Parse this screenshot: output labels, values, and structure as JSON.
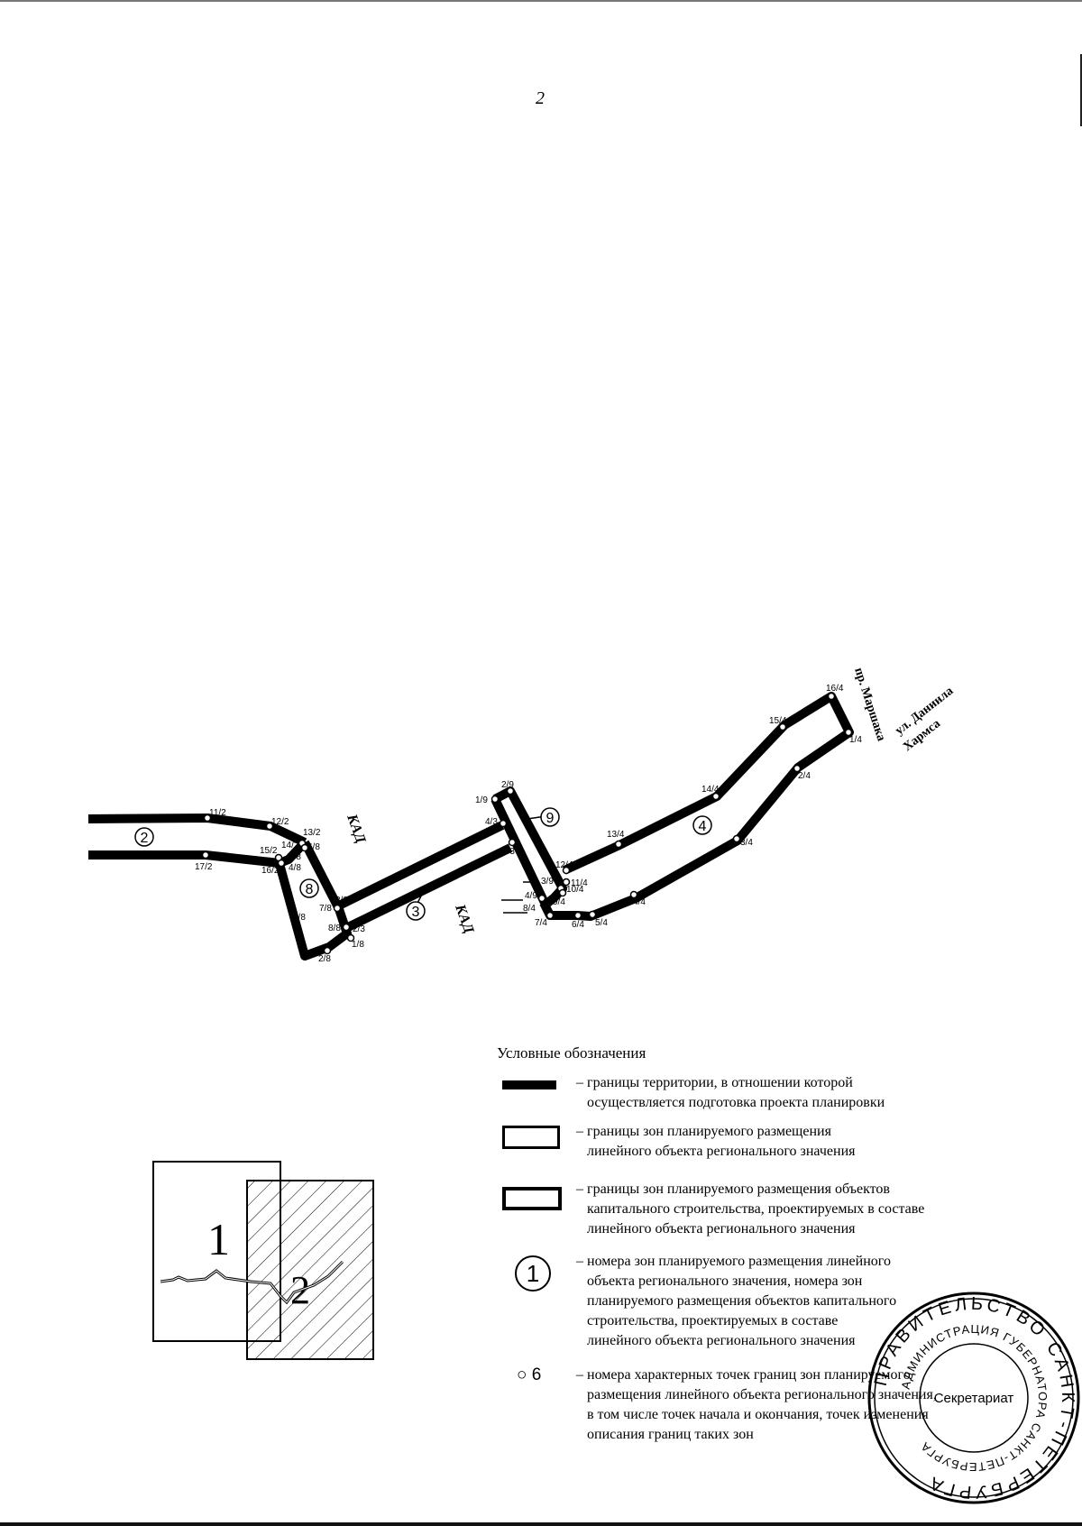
{
  "page": {
    "number": "2"
  },
  "map": {
    "road_labels": {
      "kad_upper": "КАД",
      "kad_lower": "КАД",
      "prospekt": "пр. Маршака",
      "street_line1": "ул. Даниила",
      "street_line2": "Хармса"
    },
    "zones": [
      {
        "id": "2",
        "label": "2"
      },
      {
        "id": "8",
        "label": "8"
      },
      {
        "id": "3",
        "label": "3"
      },
      {
        "id": "9",
        "label": "9"
      },
      {
        "id": "4",
        "label": "4"
      }
    ],
    "points": {
      "p11_2": "11/2",
      "p12_2": "12/2",
      "p13_2": "13/2",
      "p14_2": "14/2",
      "p15_2": "15/2",
      "p16_2": "16/2",
      "p17_2": "17/2",
      "p1_8": "1/8",
      "p2_8": "2/8",
      "p3_8": "3/8",
      "p5_8": "5/8",
      "p6_8": "6/8",
      "p7_8": "7/8",
      "p8_8": "8/8",
      "p4_8": "4/8",
      "p1_3": "1/3",
      "p2_3": "2/3",
      "p3_3": "3/3",
      "p4_3": "4/3",
      "p1_9": "1/9",
      "p2_9": "2/9",
      "p3_9": "3/9",
      "p4_9": "4/9",
      "p1_4": "1/4",
      "p2_4": "2/4",
      "p3_4": "3/4",
      "p4_4": "4/4",
      "p5_4": "5/4",
      "p6_4": "6/4",
      "p7_4": "7/4",
      "p8_4": "8/4",
      "p9_4": "9/4",
      "p10_4": "10/4",
      "p11_4": "11/4",
      "p12_4": "12/4",
      "p13_4": "13/4",
      "p14_4": "14/4",
      "p15_4": "15/4",
      "p16_4": "16/4"
    }
  },
  "inset": {
    "sheet1": "1",
    "sheet2": "2"
  },
  "legend": {
    "title": "Условные обозначения",
    "items": [
      {
        "line1": "– границы территории, в отношении которой",
        "line2": "осуществляется подготовка проекта планировки"
      },
      {
        "line1": "– границы зон планируемого размещения",
        "line2": "линейного объекта регионального значения"
      },
      {
        "line1": "– границы зон планируемого размещения объектов",
        "line2": "капитального строительства, проектируемых в составе",
        "line3": "линейного  объекта регионального значения"
      },
      {
        "symbol": "1",
        "line1": "– номера зон планируемого размещения линейного",
        "line2": "объекта  регионального значения, номера зон",
        "line3": "планируемого размещения объектов капитального",
        "line4": "строительства, проектируемых в составе",
        "line5": "линейного  объекта регионального значения"
      },
      {
        "symbol": "○ 6",
        "line1": "– номера характерных точек границ зон планируемого",
        "line2": "размещения линейного объекта регионального значения,",
        "line3": "в том числе точек начала и окончания, точек изменения",
        "line4": "описания границ таких зон"
      }
    ]
  },
  "stamp": {
    "outer_text": "ПРАВИТЕЛЬСТВО САНКТ-ПЕТЕРБУРГА",
    "inner_text": "АДМИНИСТРАЦИЯ ГУБЕРНАТОРА САНКТ-ПЕТЕРБУРГА",
    "center_text": "Секретариат"
  }
}
